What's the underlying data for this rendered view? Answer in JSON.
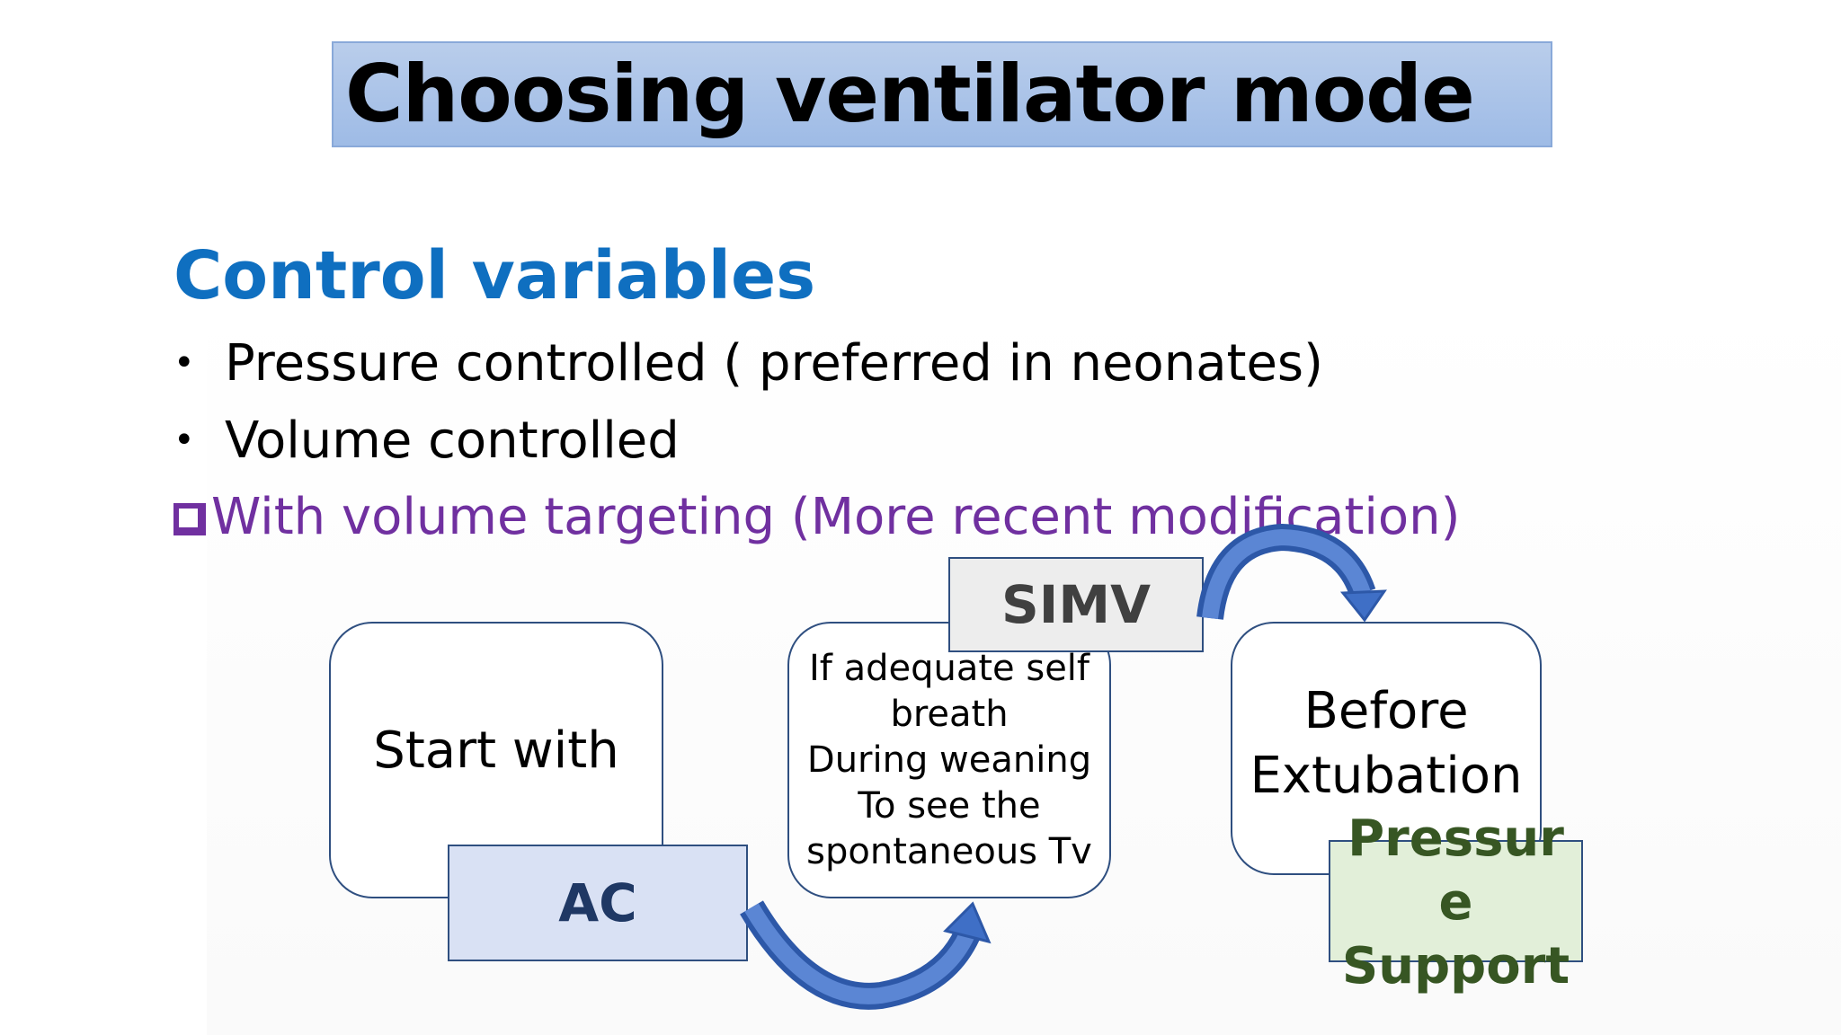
{
  "slide": {
    "title": "Choosing ventilator mode",
    "heading": "Control variables",
    "bullets": [
      "Pressure controlled ( preferred in neonates)",
      "Volume controlled"
    ],
    "checkbox_item": "With volume targeting (More recent modification)"
  },
  "flow": {
    "start_box": "Start with",
    "ac_label": "AC",
    "weaning_box_lines": [
      "If adequate self",
      "breath",
      "During weaning",
      "To see the",
      "spontaneous Tv"
    ],
    "simv_label": "SIMV",
    "extubation_lines": [
      "Before",
      "Extubation"
    ],
    "pressure_support_lines": [
      "Pressur",
      "e",
      "Support"
    ]
  },
  "colors": {
    "title_fill": "#a9c4ea",
    "heading": "#0f6fc0",
    "checkbox_item": "#7030a0",
    "ac_fill": "#d9e1f4",
    "ac_text": "#1f3864",
    "simv_fill": "#ededed",
    "simv_text": "#404040",
    "pressure_support_fill": "#e2efd9",
    "pressure_support_text": "#375623",
    "arrow": "#3f6fc6"
  },
  "icons": {
    "bullet": "bullet-dot-icon",
    "checkbox": "checkbox-icon",
    "arrows": [
      "curved-arrow-up-right-icon",
      "curved-arrow-down-right-icon"
    ]
  }
}
